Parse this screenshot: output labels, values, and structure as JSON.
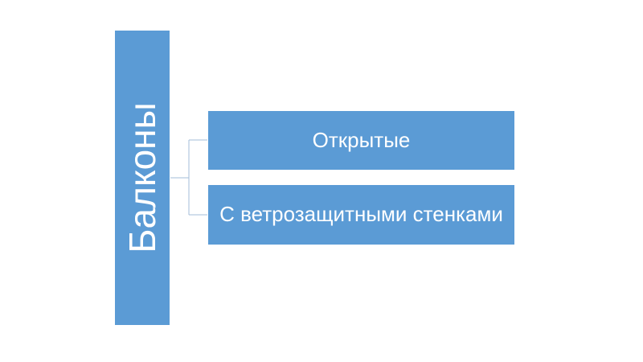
{
  "diagram": {
    "root": {
      "label": "Балконы"
    },
    "children": [
      {
        "label": "Открытые"
      },
      {
        "label": "С ветрозащитными стенками"
      }
    ],
    "colors": {
      "box_fill": "#5b9bd5",
      "box_text": "#ffffff",
      "connector": "#a3bed8"
    }
  }
}
